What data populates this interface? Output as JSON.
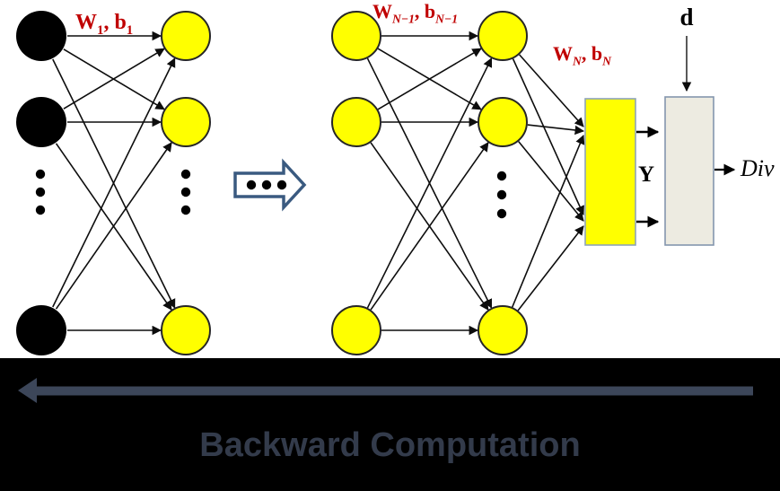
{
  "labels": {
    "layer1": {
      "w": "W",
      "w_sub": "1",
      "sep": ", ",
      "b": "b",
      "b_sub": "1"
    },
    "layerN_minus1": {
      "w": "W",
      "w_sub": "N−1",
      "sep": ", ",
      "b": "b",
      "b_sub": "N−1"
    },
    "layerN": {
      "w": "W",
      "w_sub": "N",
      "sep": ", ",
      "b": "b",
      "b_sub": "N"
    },
    "desired_output": "d",
    "network_output": "Y",
    "divergence": "Div",
    "banner": "Backward Computation"
  },
  "diagram": {
    "type": "neural-network-backward-computation",
    "left_network": {
      "visible_input_nodes": 3,
      "visible_output_nodes": 3,
      "input_node_color": "#000000",
      "output_node_color": "#FFFF00",
      "vertical_ellipsis_columns": 2
    },
    "right_network": {
      "visible_input_nodes": 3,
      "visible_output_nodes": 3,
      "input_node_color": "#FFFF00",
      "output_node_color": "#FFFF00",
      "vertical_ellipsis_columns": 1
    },
    "continuation_arrow_dots": 3,
    "output_layer_block": {
      "fill": "#FFFF00"
    },
    "divergence_block": {
      "fill": "#EDEBE1"
    }
  },
  "colors": {
    "label_red": "#C00000",
    "node_yellow": "#FFFF00",
    "node_black": "#000000",
    "edge_black": "#0d0d0d",
    "block_arrow_outline": "#3A5A80",
    "output_block_border": "#8EA3B8",
    "divergence_fill": "#EDEBE1",
    "divergence_border": "#8496AD",
    "banner_bg": "#000000",
    "banner_arrow": "#3C4659",
    "banner_text": "#333B4B"
  }
}
